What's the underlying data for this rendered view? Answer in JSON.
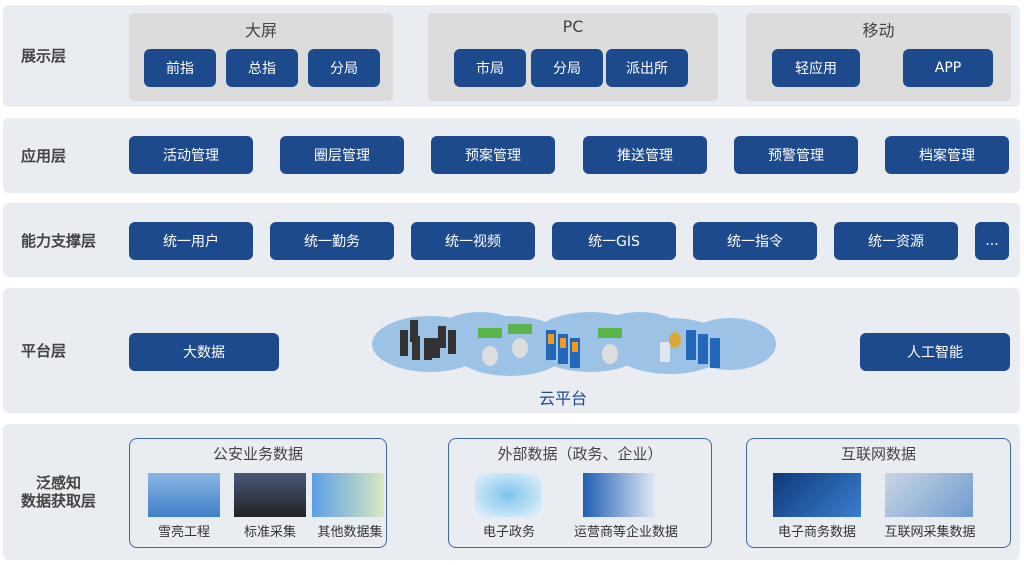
{
  "layers": {
    "display": {
      "label": "展示层",
      "groups": [
        {
          "title": "大屏",
          "items": [
            "前指",
            "总指",
            "分局"
          ]
        },
        {
          "title": "PC",
          "items": [
            "市局",
            "分局",
            "派出所"
          ]
        },
        {
          "title": "移动",
          "items": [
            "轻应用",
            "APP"
          ]
        }
      ]
    },
    "application": {
      "label": "应用层",
      "items": [
        "活动管理",
        "圈层管理",
        "预案管理",
        "推送管理",
        "预警管理",
        "档案管理"
      ]
    },
    "capability": {
      "label": "能力支撑层",
      "items": [
        "统一用户",
        "统一勤务",
        "统一视频",
        "统一GIS",
        "统一指令",
        "统一资源",
        "..."
      ]
    },
    "platform": {
      "label": "平台层",
      "left": "大数据",
      "right": "人工智能",
      "cloud": "云平台"
    },
    "perception": {
      "label_line1": "泛感知",
      "label_line2": "数据获取层",
      "sources": [
        {
          "title": "公安业务数据",
          "items": [
            "雪亮工程",
            "标准采集",
            "其他数据集"
          ]
        },
        {
          "title": "外部数据（政务、企业）",
          "items": [
            "电子政务",
            "运营商等企业数据"
          ]
        },
        {
          "title": "互联网数据",
          "items": [
            "电子商务数据",
            "互联网采集数据"
          ]
        }
      ]
    }
  },
  "colors": {
    "button": "#1c4a8c",
    "row_bg": "#e9ecf0",
    "group_bg": "#dcdcdc",
    "cloud": "#9cc3e6"
  }
}
